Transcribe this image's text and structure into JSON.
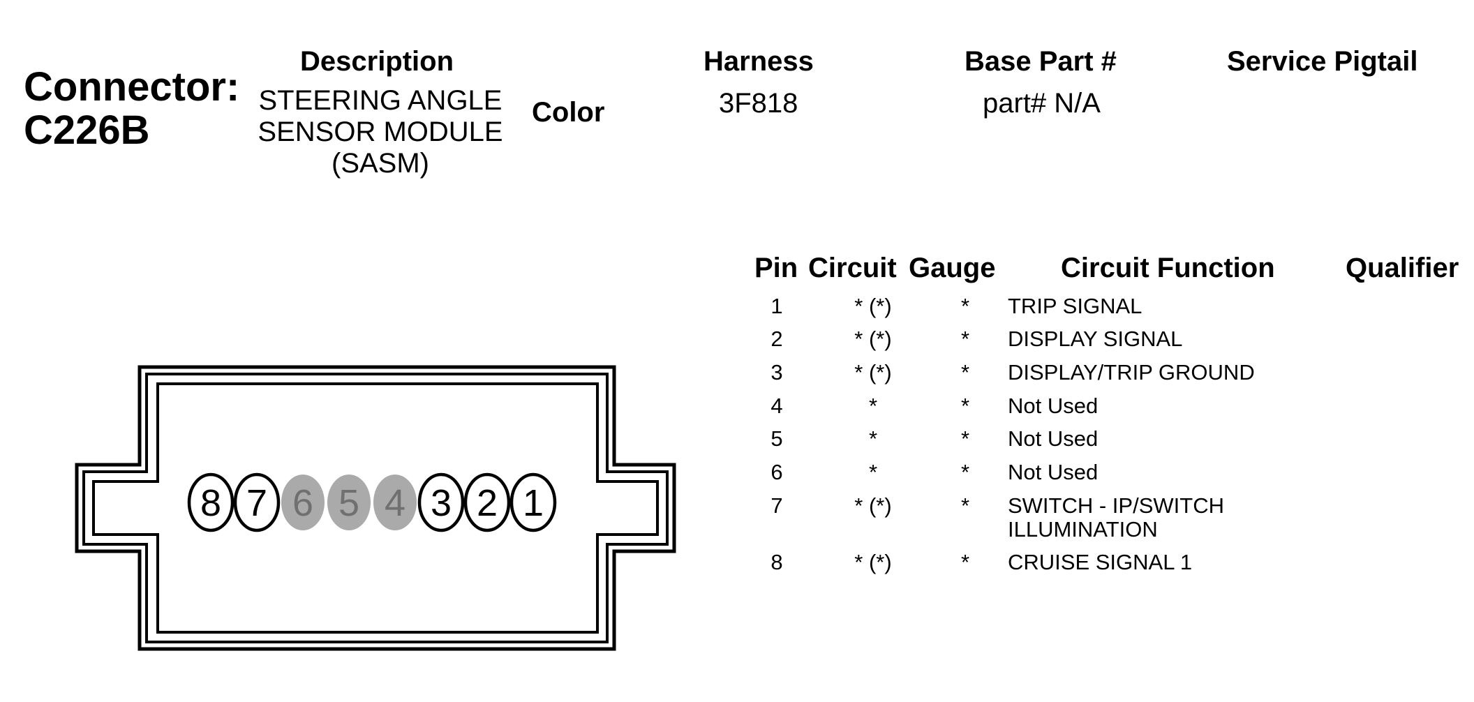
{
  "connector": {
    "label": "Connector:",
    "id": "C226B"
  },
  "headers": {
    "description": "Description",
    "color": "Color",
    "harness": "Harness",
    "base_part": "Base Part #",
    "service_pigtail": "Service Pigtail"
  },
  "values": {
    "description": "STEERING ANGLE SENSOR MODULE (SASM)",
    "harness": "3F818",
    "base_part": "part# N/A"
  },
  "pin_table": {
    "columns": [
      "Pin",
      "Circuit",
      "Gauge",
      "Circuit Function",
      "Qualifier"
    ],
    "rows": [
      {
        "pin": "1",
        "circuit": "* (*)",
        "gauge": "*",
        "function": "TRIP SIGNAL",
        "qualifier": ""
      },
      {
        "pin": "2",
        "circuit": "* (*)",
        "gauge": "*",
        "function": "DISPLAY SIGNAL",
        "qualifier": ""
      },
      {
        "pin": "3",
        "circuit": "* (*)",
        "gauge": "*",
        "function": "DISPLAY/TRIP GROUND",
        "qualifier": ""
      },
      {
        "pin": "4",
        "circuit": "*",
        "gauge": "*",
        "function": "Not Used",
        "qualifier": ""
      },
      {
        "pin": "5",
        "circuit": "*",
        "gauge": "*",
        "function": "Not Used",
        "qualifier": ""
      },
      {
        "pin": "6",
        "circuit": "*",
        "gauge": "*",
        "function": "Not Used",
        "qualifier": ""
      },
      {
        "pin": "7",
        "circuit": "* (*)",
        "gauge": "*",
        "function": "SWITCH - IP/SWITCH ILLUMINATION",
        "qualifier": ""
      },
      {
        "pin": "8",
        "circuit": "* (*)",
        "gauge": "*",
        "function": "CRUISE SIGNAL 1",
        "qualifier": ""
      }
    ]
  },
  "diagram": {
    "pins": [
      {
        "label": "8",
        "used": true
      },
      {
        "label": "7",
        "used": true
      },
      {
        "label": "6",
        "used": false
      },
      {
        "label": "5",
        "used": false
      },
      {
        "label": "4",
        "used": false
      },
      {
        "label": "3",
        "used": true
      },
      {
        "label": "2",
        "used": true
      },
      {
        "label": "1",
        "used": true
      }
    ],
    "colors": {
      "outline": "#000000",
      "used_fill": "#ffffff",
      "unused_fill": "#aaaaaa",
      "unused_text": "#707070"
    }
  }
}
